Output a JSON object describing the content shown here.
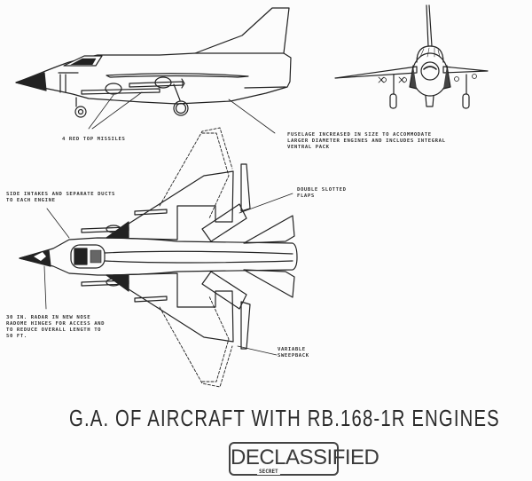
{
  "document": {
    "title": "G.A. OF AIRCRAFT WITH RB.168-1R ENGINES",
    "stamp": {
      "text": "DECLASSIFIED",
      "subtext": "SECRET"
    },
    "views": [
      "side-elevation",
      "front-elevation",
      "plan-view"
    ],
    "annotations": {
      "missiles": "4 RED TOP MISSILES",
      "fuselage": "FUSELAGE INCREASED IN SIZE TO ACCOMMODATE\nLARGER DIAMETER ENGINES AND INCLUDES INTEGRAL\nVENTRAL PACK",
      "intakes": "SIDE INTAKES AND SEPARATE DUCTS\nTO EACH ENGINE",
      "flaps": "DOUBLE SLOTTED\nFLAPS",
      "radar": "30 IN. RADAR IN NEW NOSE\nRADOME HINGES FOR ACCESS AND\nTO REDUCE OVERALL LENGTH TO\n50 FT.",
      "sweep": "VARIABLE\nSWEEPBACK"
    }
  },
  "colors": {
    "ink": "#222222",
    "paper": "#fcfcfc"
  }
}
